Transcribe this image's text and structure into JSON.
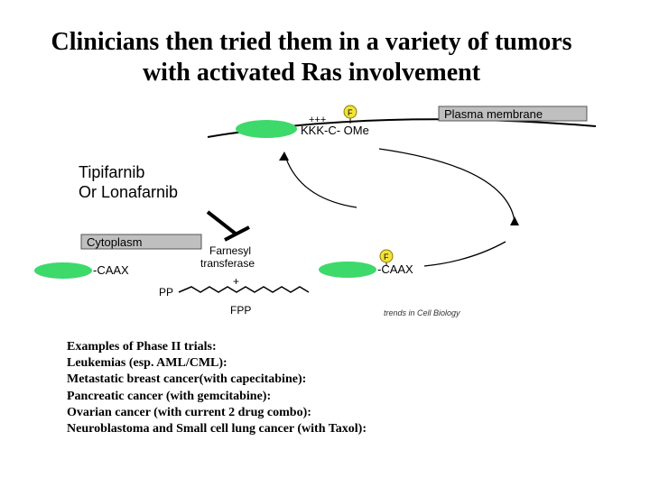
{
  "slide": {
    "title_lines": [
      "Clinicians then tried them in a variety of tumors",
      "with activated Ras involvement"
    ]
  },
  "diagram": {
    "plasma_membrane_label": "Plasma membrane",
    "cytoplasm_label": "Cytoplasm",
    "membrane_anchor_text": "KKK-C- OMe",
    "charges_text": "+++",
    "farnesyl_badge": "F",
    "enzyme_label_lines": [
      "Farnesyl",
      "transferase"
    ],
    "caax_label": "-CAAX",
    "pp_label": "PP",
    "fpp_label": "FPP",
    "plus_sign": "+",
    "source_credit": "trends in Cell Biology",
    "drug_lines": [
      "Tipifarnib",
      "Or Lonafarnib"
    ]
  },
  "examples": {
    "lines": [
      "Examples of Phase II trials:",
      "Leukemias (esp. AML/CML):",
      "Metastatic breast cancer(with capecitabine):",
      "Pancreatic cancer (with gemcitabine):",
      "Ovarian cancer (with current 2 drug combo):",
      "Neuroblastoma and Small cell lung cancer (with Taxol):"
    ]
  },
  "colors": {
    "ras_protein": "#3dd96a",
    "farnesyl_group": "#f2e23a",
    "label_box": "#bfbfbf"
  }
}
